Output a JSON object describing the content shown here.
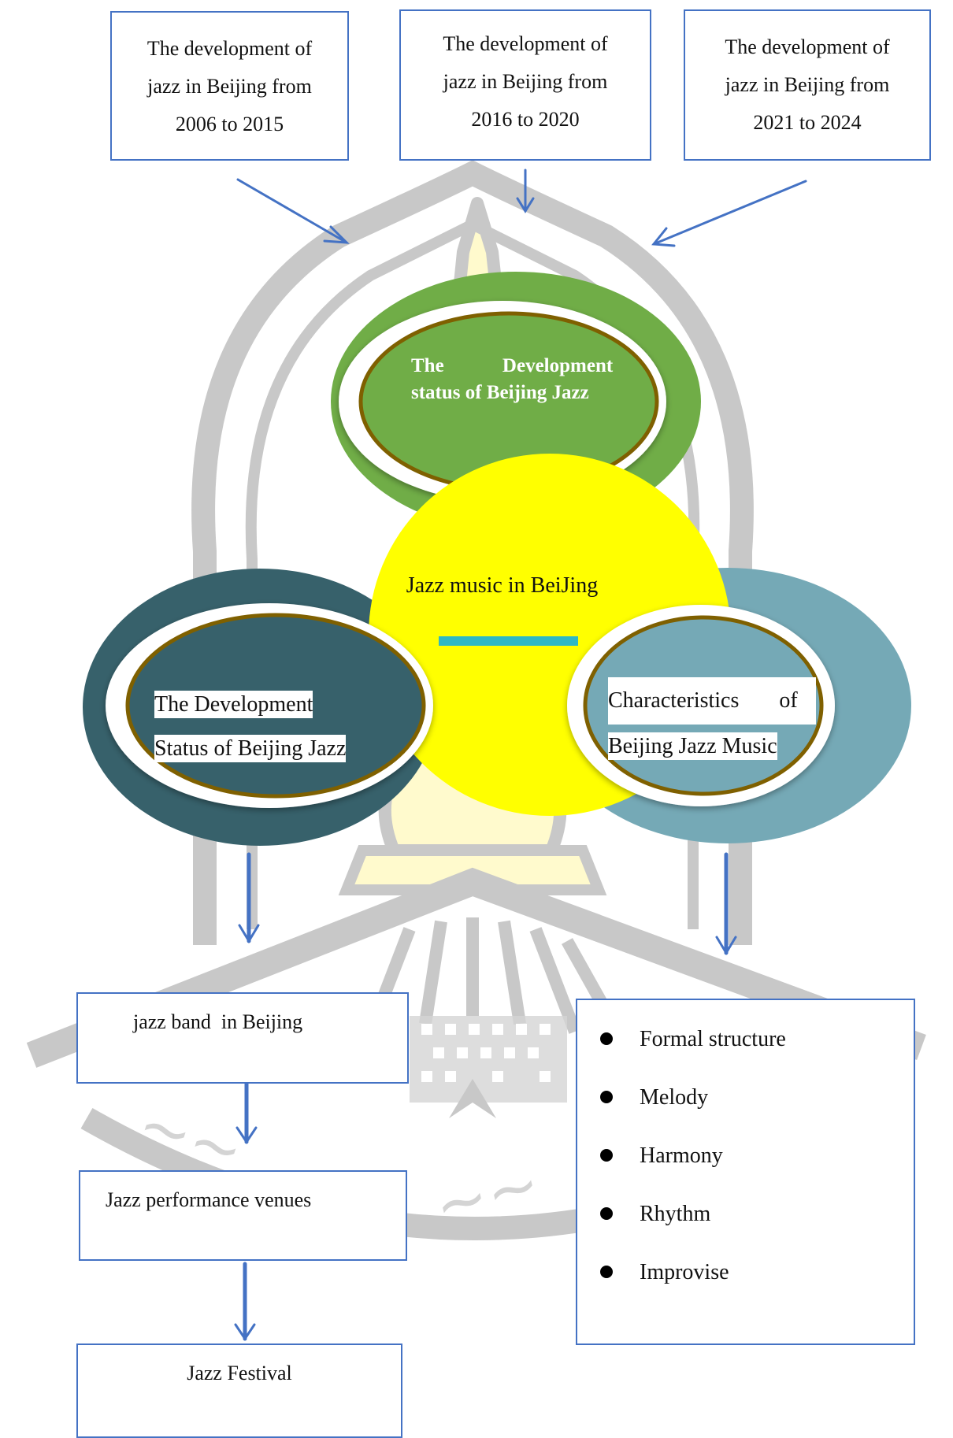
{
  "diagram": {
    "timeline_boxes": [
      {
        "lines": [
          "The development of",
          "jazz in Beijing from",
          "2006 to 2015"
        ]
      },
      {
        "lines": [
          "The development of",
          "jazz in Beijing from",
          "2016 to 2020"
        ]
      },
      {
        "lines": [
          "The development of",
          "jazz in Beijing from",
          "2021 to 2024"
        ]
      }
    ],
    "center_circle": {
      "label": "Jazz music in BeiJing",
      "color": "#ffff00",
      "accent_bar_color": "#2eb8c4"
    },
    "top_ellipse": {
      "lines": [
        "The Development",
        "status of Beijing Jazz"
      ],
      "color": "#70ad47"
    },
    "left_ellipse": {
      "lines": [
        "The Development",
        "Status of Beijing Jazz"
      ],
      "color": "#37616b"
    },
    "right_ellipse": {
      "lines": [
        "Characteristics of",
        "Beijing Jazz Music"
      ],
      "color": "#75a9b6"
    },
    "left_chain": {
      "box1": "jazz band  in Beijing",
      "box2": "Jazz performance venues",
      "box3": "Jazz Festival"
    },
    "right_list": {
      "items": [
        "Formal structure",
        "Melody",
        "Harmony",
        "Rhythm",
        "Improvise"
      ]
    },
    "colors": {
      "arrow": "#4472c4",
      "box_border": "#4472c4",
      "ellipse_rim": "#7f6000",
      "watermark_gray": "#c8c8c8",
      "watermark_yellow": "#fffacd"
    }
  }
}
